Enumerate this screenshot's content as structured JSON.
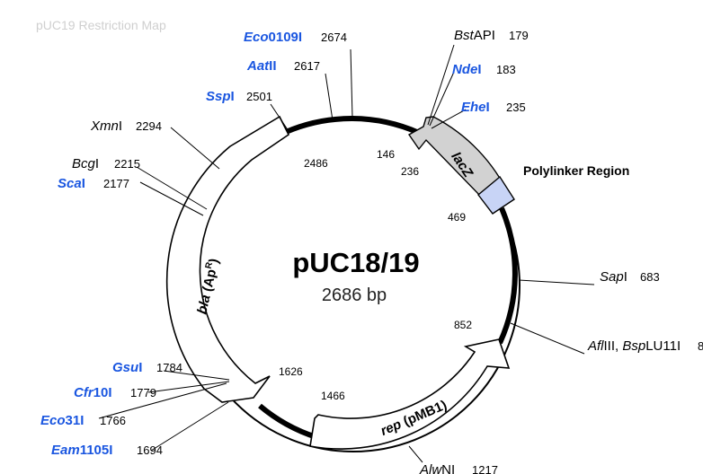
{
  "watermark": "pUC19 Restriction Map",
  "plasmid": {
    "name": "pUC18/19",
    "size": "2686 bp"
  },
  "sites_left": [
    {
      "name_italic": "Eco",
      "name_roman": "0109I",
      "position": "2674",
      "color": "blue"
    },
    {
      "name_italic": "Aat",
      "name_roman": "II",
      "position": "2617",
      "color": "blue"
    },
    {
      "name_italic": "Ssp",
      "name_roman": "I",
      "position": "2501",
      "color": "blue"
    },
    {
      "name_italic": "Xmn",
      "name_roman": "I",
      "position": "2294",
      "color": "black"
    },
    {
      "name_italic": "Bcg",
      "name_roman": "I",
      "position": "2215",
      "color": "black"
    },
    {
      "name_italic": "Sca",
      "name_roman": "I",
      "position": "2177",
      "color": "blue"
    },
    {
      "name_italic": "Gsu",
      "name_roman": "I",
      "position": "1784",
      "color": "blue"
    },
    {
      "name_italic": "Cfr",
      "name_roman": "10I",
      "position": "1779",
      "color": "blue"
    },
    {
      "name_italic": "Eco",
      "name_roman": "31I",
      "position": "1766",
      "color": "blue"
    },
    {
      "name_italic": "Eam",
      "name_roman": "1105I",
      "position": "1694",
      "color": "blue"
    }
  ],
  "sites_right": [
    {
      "name_italic": "Bst",
      "name_roman": "API",
      "position": "179",
      "color": "black"
    },
    {
      "name_italic": "Nde",
      "name_roman": "I",
      "position": "183",
      "color": "blue"
    },
    {
      "name_italic": "Ehe",
      "name_roman": "I",
      "position": "235",
      "color": "blue"
    },
    {
      "name_italic": "Sap",
      "name_roman": "I",
      "position": "683",
      "color": "black"
    },
    {
      "label": "AflIII, BspLU11I",
      "position": "8",
      "color": "black"
    },
    {
      "name_italic": "Alw",
      "name_roman": "NI",
      "position": "1217",
      "color": "black"
    }
  ],
  "afl_label": {
    "a_it": "Afl",
    "a_ro": "III, ",
    "b_it": "Bsp",
    "b_ro": "LU11I"
  },
  "inner_positions": {
    "p146": "146",
    "p236": "236",
    "p469": "469",
    "p852": "852",
    "p1466": "1466",
    "p1626": "1626",
    "p2486": "2486"
  },
  "features": {
    "bla_it": "bla",
    "bla_ro": " (Ap",
    "bla_sup": "R",
    "bla_close": ")",
    "rep_it": "rep",
    "rep_ro": " (pMB1)",
    "lacz": "lacZ",
    "polylinker": "Polylinker Region"
  }
}
